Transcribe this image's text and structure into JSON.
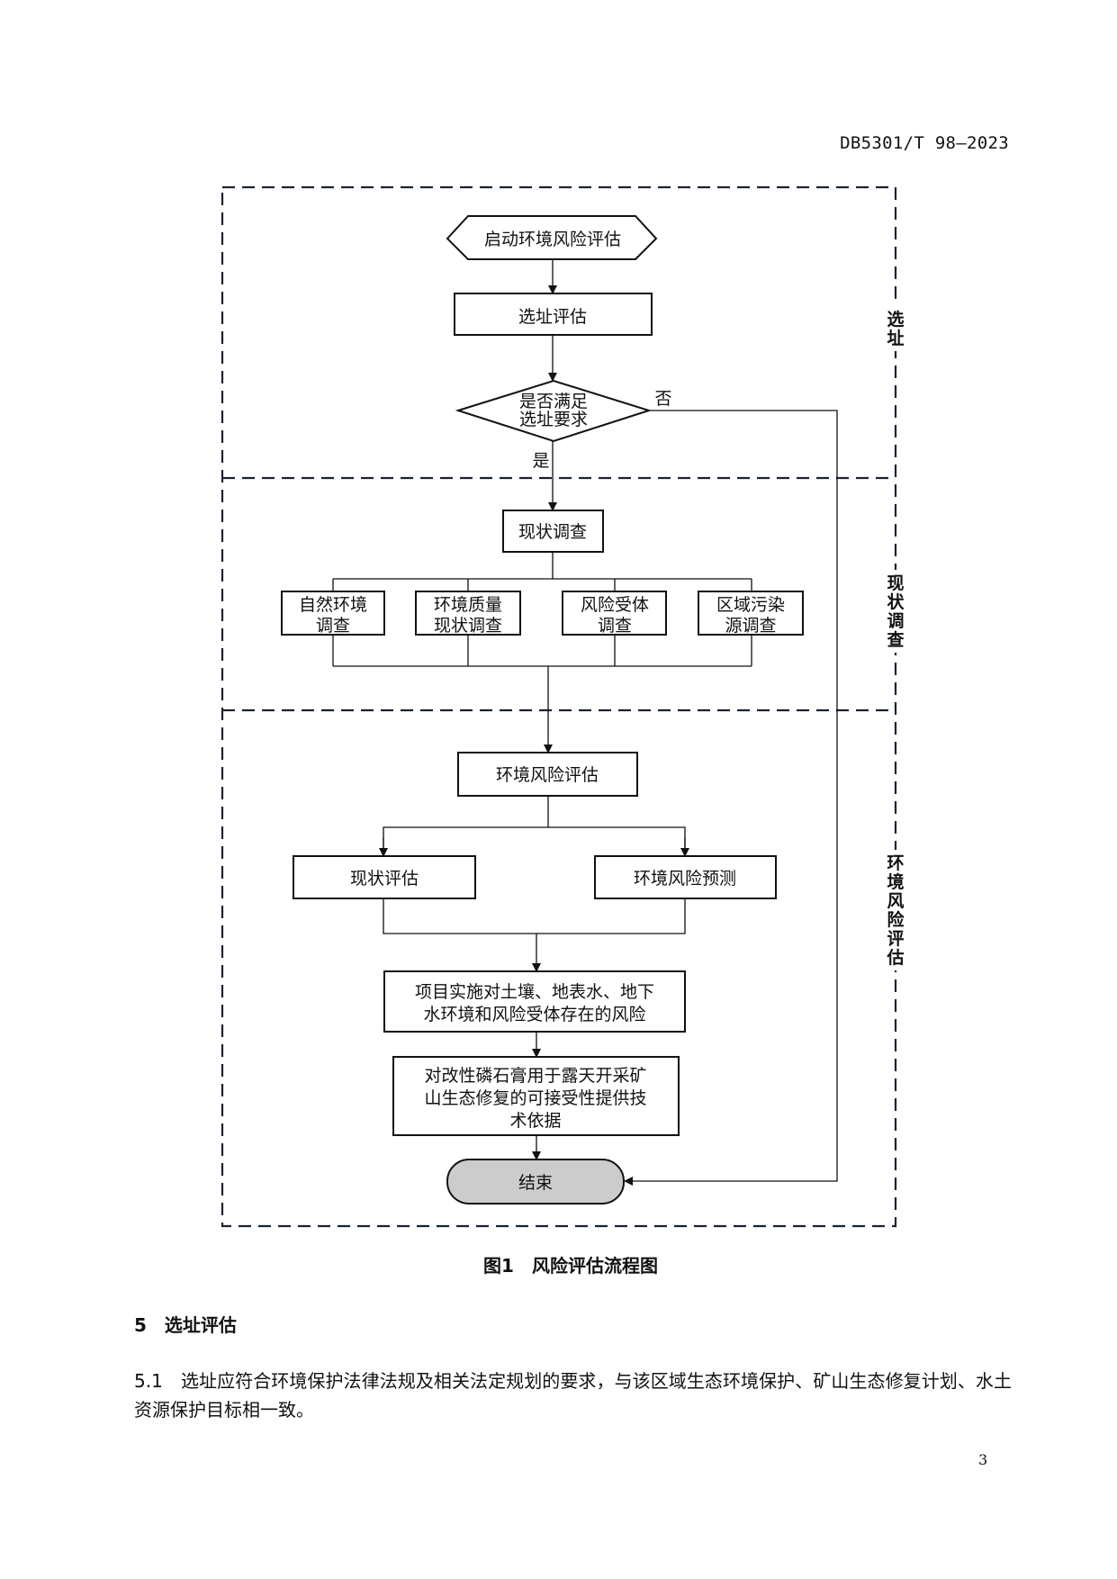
{
  "header": {
    "doc_code": "DB5301/T 98—2023"
  },
  "figure": {
    "nodes": {
      "start": "启动环境风险评估",
      "site_eval": "选址评估",
      "decision": [
        "是否满足",
        "选址要求"
      ],
      "no_label": "否",
      "yes_label": "是",
      "survey": "现状调查",
      "survey_items": [
        [
          "自然环境",
          "调查"
        ],
        [
          "环境质量",
          "现状调查"
        ],
        [
          "风险受体",
          "调查"
        ],
        [
          "区域污染",
          "源调查"
        ]
      ],
      "risk_eval": "环境风险评估",
      "status_eval": "现状评估",
      "risk_predict": "环境风险预测",
      "risk_summary": [
        "项目实施对土壤、地表水、地下",
        "水环境和风险受体存在的风险"
      ],
      "basis": [
        "对改性磷石膏用于露天开采矿",
        "山生态修复的可接受性提供技",
        "术依据"
      ],
      "end": "结束"
    },
    "stages": [
      "选址",
      "现状调查",
      "环境风险评估"
    ],
    "caption": "图1　风险评估流程图",
    "colors": {
      "dash": "#1a2233",
      "end_fill": "#cccccc"
    }
  },
  "section": {
    "title": "5　选址评估"
  },
  "paragraph": {
    "text": "5.1　选址应符合环境保护法律法规及相关法定规划的要求，与该区域生态环境保护、矿山生态修复计划、水土资源保护目标相一致。"
  },
  "page_number": "3"
}
